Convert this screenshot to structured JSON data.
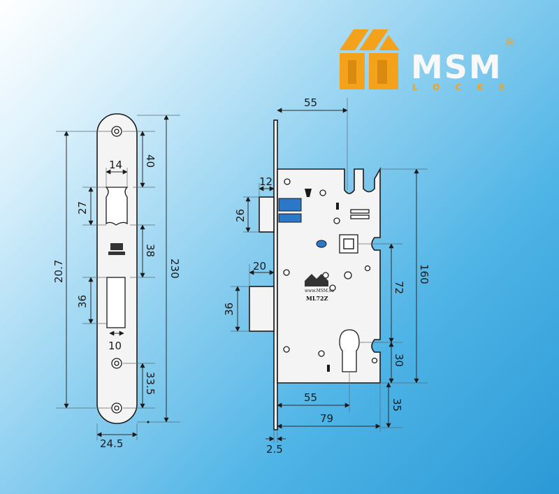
{
  "brand": {
    "name": "MSM",
    "subtitle": "LOCKS",
    "registered": "®",
    "colors": {
      "orange": "#f4a21b",
      "gray": "#9aa0a3"
    }
  },
  "faceplate": {
    "dims": {
      "width_top": "14",
      "top_offset": "40",
      "latch_height": "27",
      "spacing": "38",
      "total_length": "230",
      "span": "20.7",
      "bolt_height": "36",
      "bolt_width": "10",
      "bottom_offset": "33.5",
      "width": "24.5"
    }
  },
  "lockbody": {
    "model": "ML72Z",
    "url": "www.MSM.su",
    "dims": {
      "backset_top": "55",
      "latch_projection": "12",
      "latch_height": "26",
      "deadbolt_projection": "20",
      "deadbolt_height": "36",
      "height": "160",
      "center_distance": "72",
      "cylinder_offset": "30",
      "backset_bottom": "55",
      "body_width": "79",
      "tail": "35",
      "plate_thickness": "2.5"
    }
  }
}
